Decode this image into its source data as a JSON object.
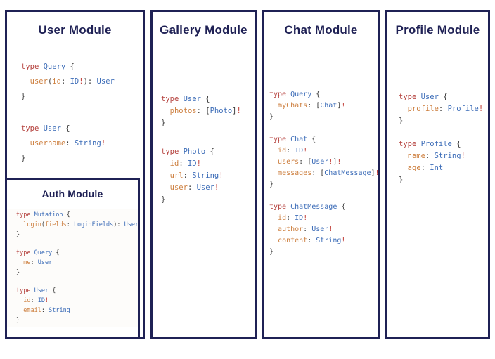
{
  "palette": {
    "navy": "#1f2155",
    "keyword_red": "#b5423e",
    "typename_blue": "#3d6db8",
    "field_orange": "#cd7f3f",
    "bang_red": "#c03d36",
    "punctuation": "#3a3a3a",
    "background": "#ffffff"
  },
  "modules": [
    {
      "id": "user",
      "title": "User Module",
      "blocks": [
        {
          "lines": [
            [
              {
                "t": "type ",
                "c": "kw"
              },
              {
                "t": "Query ",
                "c": "ty"
              },
              {
                "t": "{",
                "c": "pn"
              }
            ],
            [
              {
                "t": "  ",
                "c": "pn"
              },
              {
                "t": "user",
                "c": "fld"
              },
              {
                "t": "(",
                "c": "pn"
              },
              {
                "t": "id",
                "c": "fld"
              },
              {
                "t": ": ",
                "c": "pn"
              },
              {
                "t": "ID",
                "c": "ty"
              },
              {
                "t": "!",
                "c": "bang"
              },
              {
                "t": "): ",
                "c": "pn"
              },
              {
                "t": "User",
                "c": "ty"
              }
            ],
            [
              {
                "t": "}",
                "c": "pn"
              }
            ]
          ]
        },
        {
          "lines": [
            [
              {
                "t": "type ",
                "c": "kw"
              },
              {
                "t": "User ",
                "c": "ty"
              },
              {
                "t": "{",
                "c": "pn"
              }
            ],
            [
              {
                "t": "  ",
                "c": "pn"
              },
              {
                "t": "username",
                "c": "fld"
              },
              {
                "t": ": ",
                "c": "pn"
              },
              {
                "t": "String",
                "c": "ty"
              },
              {
                "t": "!",
                "c": "bang"
              }
            ],
            [
              {
                "t": "}",
                "c": "pn"
              }
            ]
          ]
        }
      ],
      "submodule": {
        "id": "auth",
        "title": "Auth Module",
        "blocks": [
          {
            "lines": [
              [
                {
                  "t": "type ",
                  "c": "kw"
                },
                {
                  "t": "Mutation ",
                  "c": "ty"
                },
                {
                  "t": "{",
                  "c": "pn"
                }
              ],
              [
                {
                  "t": "  ",
                  "c": "pn"
                },
                {
                  "t": "login",
                  "c": "fld"
                },
                {
                  "t": "(",
                  "c": "pn"
                },
                {
                  "t": "fields",
                  "c": "fld"
                },
                {
                  "t": ": ",
                  "c": "pn"
                },
                {
                  "t": "LoginFields",
                  "c": "ty"
                },
                {
                  "t": "): ",
                  "c": "pn"
                },
                {
                  "t": "User",
                  "c": "ty"
                }
              ],
              [
                {
                  "t": "}",
                  "c": "pn"
                }
              ]
            ]
          },
          {
            "lines": [
              [
                {
                  "t": "type ",
                  "c": "kw"
                },
                {
                  "t": "Query ",
                  "c": "ty"
                },
                {
                  "t": "{",
                  "c": "pn"
                }
              ],
              [
                {
                  "t": "  ",
                  "c": "pn"
                },
                {
                  "t": "me",
                  "c": "fld"
                },
                {
                  "t": ": ",
                  "c": "pn"
                },
                {
                  "t": "User",
                  "c": "ty"
                }
              ],
              [
                {
                  "t": "}",
                  "c": "pn"
                }
              ]
            ]
          },
          {
            "lines": [
              [
                {
                  "t": "type ",
                  "c": "kw"
                },
                {
                  "t": "User ",
                  "c": "ty"
                },
                {
                  "t": "{",
                  "c": "pn"
                }
              ],
              [
                {
                  "t": "  ",
                  "c": "pn"
                },
                {
                  "t": "id",
                  "c": "fld"
                },
                {
                  "t": ": ",
                  "c": "pn"
                },
                {
                  "t": "ID",
                  "c": "ty"
                },
                {
                  "t": "!",
                  "c": "bang"
                }
              ],
              [
                {
                  "t": "  ",
                  "c": "pn"
                },
                {
                  "t": "email",
                  "c": "fld"
                },
                {
                  "t": ": ",
                  "c": "pn"
                },
                {
                  "t": "String",
                  "c": "ty"
                },
                {
                  "t": "!",
                  "c": "bang"
                }
              ],
              [
                {
                  "t": "}",
                  "c": "pn"
                }
              ]
            ]
          }
        ]
      }
    },
    {
      "id": "gallery",
      "title": "Gallery Module",
      "blocks": [
        {
          "lines": [
            [
              {
                "t": "type ",
                "c": "kw"
              },
              {
                "t": "User ",
                "c": "ty"
              },
              {
                "t": "{",
                "c": "pn"
              }
            ],
            [
              {
                "t": "  ",
                "c": "pn"
              },
              {
                "t": "photos",
                "c": "fld"
              },
              {
                "t": ": [",
                "c": "pn"
              },
              {
                "t": "Photo",
                "c": "ty"
              },
              {
                "t": "]",
                "c": "pn"
              },
              {
                "t": "!",
                "c": "bang"
              }
            ],
            [
              {
                "t": "}",
                "c": "pn"
              }
            ]
          ]
        },
        {
          "lines": [
            [
              {
                "t": "type ",
                "c": "kw"
              },
              {
                "t": "Photo ",
                "c": "ty"
              },
              {
                "t": "{",
                "c": "pn"
              }
            ],
            [
              {
                "t": "  ",
                "c": "pn"
              },
              {
                "t": "id",
                "c": "fld"
              },
              {
                "t": ": ",
                "c": "pn"
              },
              {
                "t": "ID",
                "c": "ty"
              },
              {
                "t": "!",
                "c": "bang"
              }
            ],
            [
              {
                "t": "  ",
                "c": "pn"
              },
              {
                "t": "url",
                "c": "fld"
              },
              {
                "t": ": ",
                "c": "pn"
              },
              {
                "t": "String",
                "c": "ty"
              },
              {
                "t": "!",
                "c": "bang"
              }
            ],
            [
              {
                "t": "  ",
                "c": "pn"
              },
              {
                "t": "user",
                "c": "fld"
              },
              {
                "t": ": ",
                "c": "pn"
              },
              {
                "t": "User",
                "c": "ty"
              },
              {
                "t": "!",
                "c": "bang"
              }
            ],
            [
              {
                "t": "}",
                "c": "pn"
              }
            ]
          ]
        }
      ]
    },
    {
      "id": "chat",
      "title": "Chat Module",
      "blocks": [
        {
          "lines": [
            [
              {
                "t": "type ",
                "c": "kw"
              },
              {
                "t": "Query ",
                "c": "ty"
              },
              {
                "t": "{",
                "c": "pn"
              }
            ],
            [
              {
                "t": "  ",
                "c": "pn"
              },
              {
                "t": "myChats",
                "c": "fld"
              },
              {
                "t": ": [",
                "c": "pn"
              },
              {
                "t": "Chat",
                "c": "ty"
              },
              {
                "t": "]",
                "c": "pn"
              },
              {
                "t": "!",
                "c": "bang"
              }
            ],
            [
              {
                "t": "}",
                "c": "pn"
              }
            ]
          ]
        },
        {
          "lines": [
            [
              {
                "t": "type ",
                "c": "kw"
              },
              {
                "t": "Chat ",
                "c": "ty"
              },
              {
                "t": "{",
                "c": "pn"
              }
            ],
            [
              {
                "t": "  ",
                "c": "pn"
              },
              {
                "t": "id",
                "c": "fld"
              },
              {
                "t": ": ",
                "c": "pn"
              },
              {
                "t": "ID",
                "c": "ty"
              },
              {
                "t": "!",
                "c": "bang"
              }
            ],
            [
              {
                "t": "  ",
                "c": "pn"
              },
              {
                "t": "users",
                "c": "fld"
              },
              {
                "t": ": [",
                "c": "pn"
              },
              {
                "t": "User",
                "c": "ty"
              },
              {
                "t": "!",
                "c": "bang"
              },
              {
                "t": "]",
                "c": "pn"
              },
              {
                "t": "!",
                "c": "bang"
              }
            ],
            [
              {
                "t": "  ",
                "c": "pn"
              },
              {
                "t": "messages",
                "c": "fld"
              },
              {
                "t": ": [",
                "c": "pn"
              },
              {
                "t": "ChatMessage",
                "c": "ty"
              },
              {
                "t": "]",
                "c": "pn"
              },
              {
                "t": "!",
                "c": "bang"
              }
            ],
            [
              {
                "t": "}",
                "c": "pn"
              }
            ]
          ]
        },
        {
          "lines": [
            [
              {
                "t": "type ",
                "c": "kw"
              },
              {
                "t": "ChatMessage ",
                "c": "ty"
              },
              {
                "t": "{",
                "c": "pn"
              }
            ],
            [
              {
                "t": "  ",
                "c": "pn"
              },
              {
                "t": "id",
                "c": "fld"
              },
              {
                "t": ": ",
                "c": "pn"
              },
              {
                "t": "ID",
                "c": "ty"
              },
              {
                "t": "!",
                "c": "bang"
              }
            ],
            [
              {
                "t": "  ",
                "c": "pn"
              },
              {
                "t": "author",
                "c": "fld"
              },
              {
                "t": ": ",
                "c": "pn"
              },
              {
                "t": "User",
                "c": "ty"
              },
              {
                "t": "!",
                "c": "bang"
              }
            ],
            [
              {
                "t": "  ",
                "c": "pn"
              },
              {
                "t": "content",
                "c": "fld"
              },
              {
                "t": ": ",
                "c": "pn"
              },
              {
                "t": "String",
                "c": "ty"
              },
              {
                "t": "!",
                "c": "bang"
              }
            ],
            [
              {
                "t": "}",
                "c": "pn"
              }
            ]
          ]
        }
      ]
    },
    {
      "id": "profile",
      "title": "Profile Module",
      "blocks": [
        {
          "lines": [
            [
              {
                "t": "type ",
                "c": "kw"
              },
              {
                "t": "User ",
                "c": "ty"
              },
              {
                "t": "{",
                "c": "pn"
              }
            ],
            [
              {
                "t": "  ",
                "c": "pn"
              },
              {
                "t": "profile",
                "c": "fld"
              },
              {
                "t": ": ",
                "c": "pn"
              },
              {
                "t": "Profile",
                "c": "ty"
              },
              {
                "t": "!",
                "c": "bang"
              }
            ],
            [
              {
                "t": "}",
                "c": "pn"
              }
            ]
          ]
        },
        {
          "lines": [
            [
              {
                "t": "type ",
                "c": "kw"
              },
              {
                "t": "Profile ",
                "c": "ty"
              },
              {
                "t": "{",
                "c": "pn"
              }
            ],
            [
              {
                "t": "  ",
                "c": "pn"
              },
              {
                "t": "name",
                "c": "fld"
              },
              {
                "t": ": ",
                "c": "pn"
              },
              {
                "t": "String",
                "c": "ty"
              },
              {
                "t": "!",
                "c": "bang"
              }
            ],
            [
              {
                "t": "  ",
                "c": "pn"
              },
              {
                "t": "age",
                "c": "fld"
              },
              {
                "t": ": ",
                "c": "pn"
              },
              {
                "t": "Int",
                "c": "ty"
              }
            ],
            [
              {
                "t": "}",
                "c": "pn"
              }
            ]
          ]
        }
      ]
    }
  ]
}
